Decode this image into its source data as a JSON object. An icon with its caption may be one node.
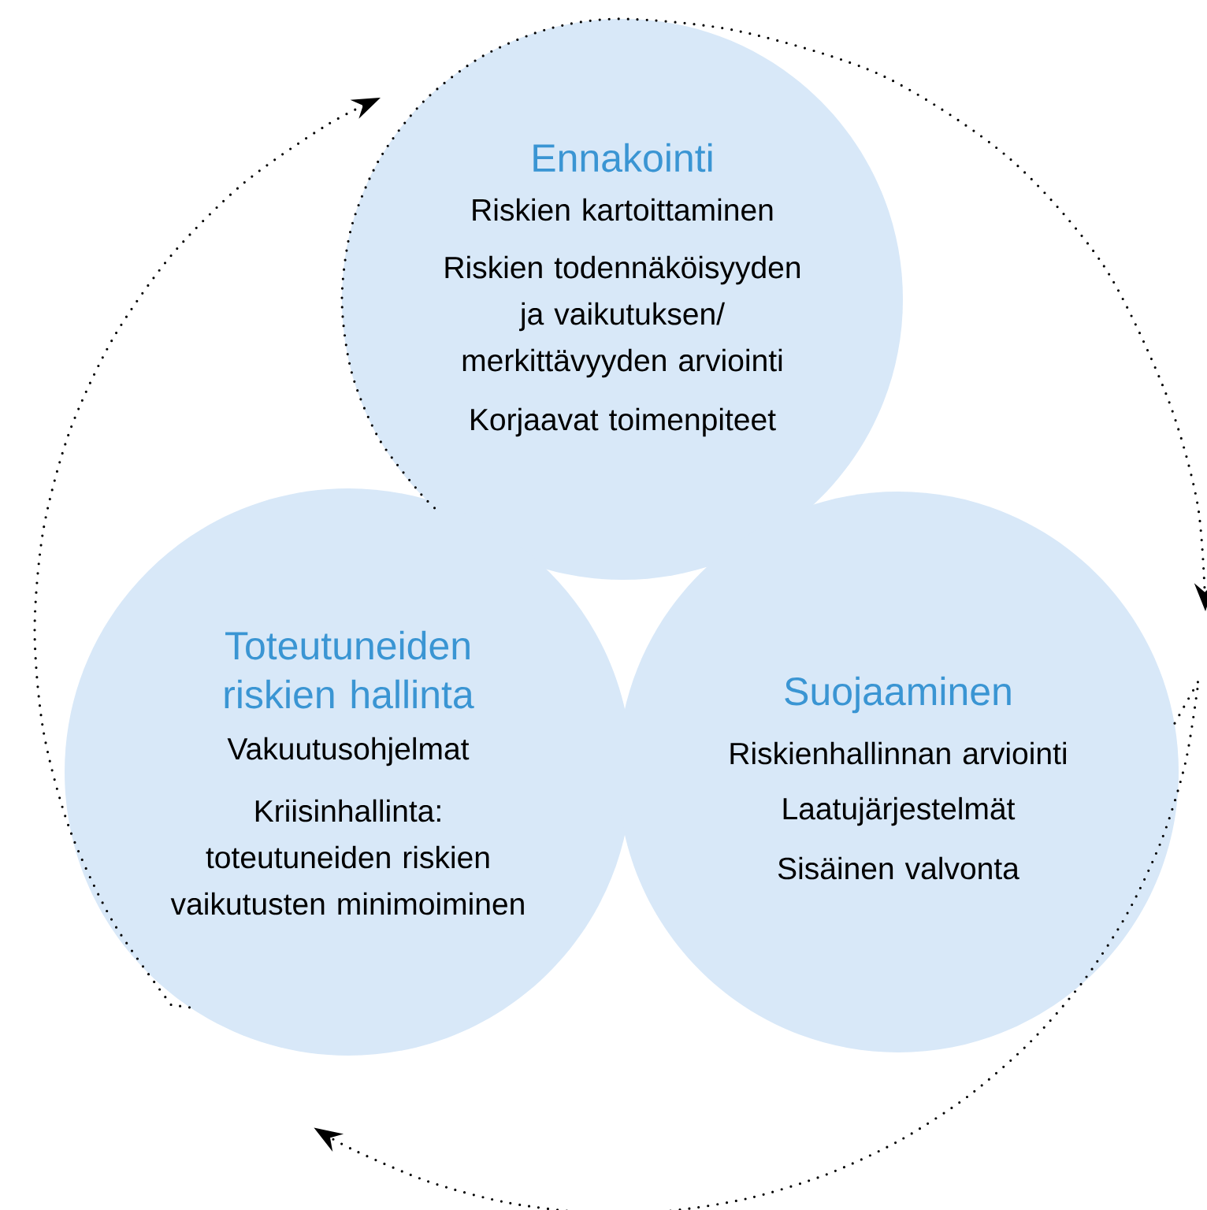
{
  "diagram": {
    "nodes": [
      {
        "text": [
          "Ennakointi",
          "Riskien kartoittaminen",
          "Riskien todennäköisyyden ja vaikutuksen/ merkittävyyden arviointi",
          "Korjaavat toimenpiteet"
        ]
      },
      {
        "text": [
          "Toteutuneiden riskien hallinta",
          "Vakuutusohjelmat",
          "Kriisinhallinta: toteutuneiden riskien vaikutusten minimoiminen"
        ]
      },
      {
        "text": [
          "Suojaaminen",
          "Riskienhallinnan arviointi",
          "Laatujärjestelmät",
          "Sisäinen valvonta"
        ]
      }
    ],
    "edges": [
      {
        "from": 1,
        "to": 0,
        "arrow": "to"
      },
      {
        "from": 0,
        "to": 2,
        "arrow": "to"
      },
      {
        "from": 2,
        "to": 1,
        "arrow": "to"
      }
    ]
  }
}
